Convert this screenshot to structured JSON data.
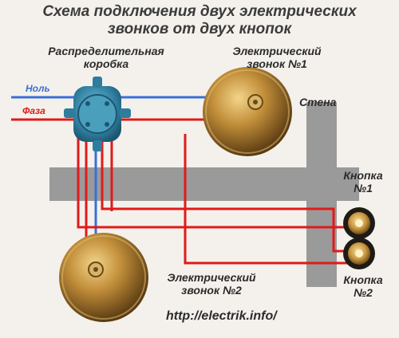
{
  "title": {
    "line1": "Схема подключения двух электрических",
    "line2": "звонков от двух кнопок"
  },
  "labels": {
    "junction_box": [
      "Распределительная",
      "коробка"
    ],
    "bell1": [
      "Электрический",
      "звонок №1"
    ],
    "bell2": [
      "Электрический",
      "звонок №2"
    ],
    "wall": "Стена",
    "button1": [
      "Кнопка",
      "№1"
    ],
    "button2": [
      "Кнопка",
      "№2"
    ],
    "neutral": "Ноль",
    "phase": "Фаза"
  },
  "watermark": "http://electrik.info/",
  "colors": {
    "neutral_wire": "#3a6fd8",
    "phase_wire": "#e01a1a",
    "wall": "#9a9a9a",
    "box": "#3b8fb0",
    "bell": "#a67a2e"
  },
  "icons": [
    "junction-box-icon",
    "bell-icon",
    "bell-icon",
    "push-button-icon",
    "push-button-icon"
  ]
}
